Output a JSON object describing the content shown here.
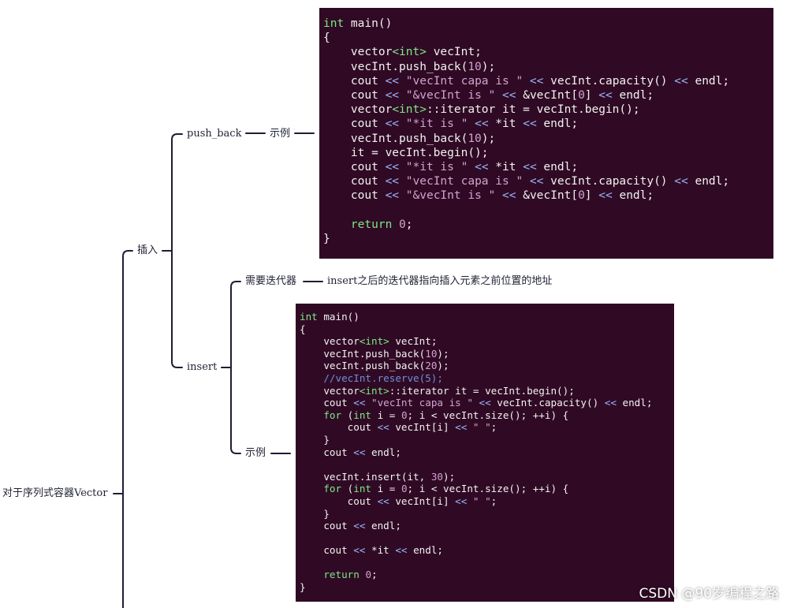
{
  "root": {
    "label": "对于序列式容器Vector"
  },
  "insert_group": {
    "label": "插入"
  },
  "push_back": {
    "label": "push_back",
    "example_label": "示例"
  },
  "insert_node": {
    "label": "insert",
    "need_iter_label": "需要迭代器",
    "need_iter_note": "insert之后的迭代器指向插入元素之前位置的地址",
    "example_label": "示例"
  },
  "code_push_back": [
    [
      [
        "kw",
        "int"
      ],
      [
        "plain",
        " main()"
      ]
    ],
    [
      [
        "plain",
        "{"
      ]
    ],
    [
      [
        "plain",
        "    vector"
      ],
      [
        "kw",
        "<int>"
      ],
      [
        "plain",
        " vecInt;"
      ]
    ],
    [
      [
        "plain",
        "    vecInt.push_back("
      ],
      [
        "num",
        "10"
      ],
      [
        "plain",
        ");"
      ]
    ],
    [
      [
        "plain",
        "    cout "
      ],
      [
        "op",
        "<<"
      ],
      [
        "plain",
        " "
      ],
      [
        "str",
        "\"vecInt capa is \""
      ],
      [
        "plain",
        " "
      ],
      [
        "op",
        "<<"
      ],
      [
        "plain",
        " vecInt.capacity() "
      ],
      [
        "op",
        "<<"
      ],
      [
        "plain",
        " endl;"
      ]
    ],
    [
      [
        "plain",
        "    cout "
      ],
      [
        "op",
        "<<"
      ],
      [
        "plain",
        " "
      ],
      [
        "str",
        "\"&vecInt is \""
      ],
      [
        "plain",
        " "
      ],
      [
        "op",
        "<<"
      ],
      [
        "plain",
        " &vecInt["
      ],
      [
        "num",
        "0"
      ],
      [
        "plain",
        "] "
      ],
      [
        "op",
        "<<"
      ],
      [
        "plain",
        " endl;"
      ]
    ],
    [
      [
        "plain",
        "    vector"
      ],
      [
        "kw",
        "<int>"
      ],
      [
        "plain",
        "::iterator it = vecInt.begin();"
      ]
    ],
    [
      [
        "plain",
        "    cout "
      ],
      [
        "op",
        "<<"
      ],
      [
        "plain",
        " "
      ],
      [
        "str",
        "\"*it is \""
      ],
      [
        "plain",
        " "
      ],
      [
        "op",
        "<<"
      ],
      [
        "plain",
        " *it "
      ],
      [
        "op",
        "<<"
      ],
      [
        "plain",
        " endl;"
      ]
    ],
    [
      [
        "plain",
        "    vecInt.push_back("
      ],
      [
        "num",
        "10"
      ],
      [
        "plain",
        ");"
      ]
    ],
    [
      [
        "plain",
        "    it = vecInt.begin();"
      ]
    ],
    [
      [
        "plain",
        "    cout "
      ],
      [
        "op",
        "<<"
      ],
      [
        "plain",
        " "
      ],
      [
        "str",
        "\"*it is \""
      ],
      [
        "plain",
        " "
      ],
      [
        "op",
        "<<"
      ],
      [
        "plain",
        " *it "
      ],
      [
        "op",
        "<<"
      ],
      [
        "plain",
        " endl;"
      ]
    ],
    [
      [
        "plain",
        "    cout "
      ],
      [
        "op",
        "<<"
      ],
      [
        "plain",
        " "
      ],
      [
        "str",
        "\"vecInt capa is \""
      ],
      [
        "plain",
        " "
      ],
      [
        "op",
        "<<"
      ],
      [
        "plain",
        " vecInt.capacity() "
      ],
      [
        "op",
        "<<"
      ],
      [
        "plain",
        " endl;"
      ]
    ],
    [
      [
        "plain",
        "    cout "
      ],
      [
        "op",
        "<<"
      ],
      [
        "plain",
        " "
      ],
      [
        "str",
        "\"&vecInt is \""
      ],
      [
        "plain",
        " "
      ],
      [
        "op",
        "<<"
      ],
      [
        "plain",
        " &vecInt["
      ],
      [
        "num",
        "0"
      ],
      [
        "plain",
        "] "
      ],
      [
        "op",
        "<<"
      ],
      [
        "plain",
        " endl;"
      ]
    ],
    [
      [
        "plain",
        " "
      ]
    ],
    [
      [
        "plain",
        "    "
      ],
      [
        "kw",
        "return"
      ],
      [
        "plain",
        " "
      ],
      [
        "num",
        "0"
      ],
      [
        "plain",
        ";"
      ]
    ],
    [
      [
        "plain",
        "}"
      ]
    ]
  ],
  "code_insert": [
    [
      [
        "kw",
        "int"
      ],
      [
        "plain",
        " main()"
      ]
    ],
    [
      [
        "plain",
        "{"
      ]
    ],
    [
      [
        "plain",
        "    vector"
      ],
      [
        "kw",
        "<int>"
      ],
      [
        "plain",
        " vecInt;"
      ]
    ],
    [
      [
        "plain",
        "    vecInt.push_back("
      ],
      [
        "num",
        "10"
      ],
      [
        "plain",
        ");"
      ]
    ],
    [
      [
        "plain",
        "    vecInt.push_back("
      ],
      [
        "num",
        "20"
      ],
      [
        "plain",
        ");"
      ]
    ],
    [
      [
        "com",
        "    //vecInt.reserve(5);"
      ]
    ],
    [
      [
        "plain",
        "    vector"
      ],
      [
        "kw",
        "<int>"
      ],
      [
        "plain",
        "::iterator it = vecInt.begin();"
      ]
    ],
    [
      [
        "plain",
        "    cout "
      ],
      [
        "op",
        "<<"
      ],
      [
        "plain",
        " "
      ],
      [
        "str",
        "\"vecInt capa is \""
      ],
      [
        "plain",
        " "
      ],
      [
        "op",
        "<<"
      ],
      [
        "plain",
        " vecInt.capacity() "
      ],
      [
        "op",
        "<<"
      ],
      [
        "plain",
        " endl;"
      ]
    ],
    [
      [
        "plain",
        "    "
      ],
      [
        "kw",
        "for"
      ],
      [
        "plain",
        " ("
      ],
      [
        "kw",
        "int"
      ],
      [
        "plain",
        " i = "
      ],
      [
        "num",
        "0"
      ],
      [
        "plain",
        "; i < vecInt.size(); ++i) {"
      ]
    ],
    [
      [
        "plain",
        "        cout "
      ],
      [
        "op",
        "<<"
      ],
      [
        "plain",
        " vecInt[i] "
      ],
      [
        "op",
        "<<"
      ],
      [
        "plain",
        " "
      ],
      [
        "str",
        "\" \""
      ],
      [
        "plain",
        ";"
      ]
    ],
    [
      [
        "plain",
        "    }"
      ]
    ],
    [
      [
        "plain",
        "    cout "
      ],
      [
        "op",
        "<<"
      ],
      [
        "plain",
        " endl;"
      ]
    ],
    [
      [
        "plain",
        " "
      ]
    ],
    [
      [
        "plain",
        "    vecInt.insert(it, "
      ],
      [
        "num",
        "30"
      ],
      [
        "plain",
        ");"
      ]
    ],
    [
      [
        "plain",
        "    "
      ],
      [
        "kw",
        "for"
      ],
      [
        "plain",
        " ("
      ],
      [
        "kw",
        "int"
      ],
      [
        "plain",
        " i = "
      ],
      [
        "num",
        "0"
      ],
      [
        "plain",
        "; i < vecInt.size(); ++i) {"
      ]
    ],
    [
      [
        "plain",
        "        cout "
      ],
      [
        "op",
        "<<"
      ],
      [
        "plain",
        " vecInt[i] "
      ],
      [
        "op",
        "<<"
      ],
      [
        "plain",
        " "
      ],
      [
        "str",
        "\" \""
      ],
      [
        "plain",
        ";"
      ]
    ],
    [
      [
        "plain",
        "    }"
      ]
    ],
    [
      [
        "plain",
        "    cout "
      ],
      [
        "op",
        "<<"
      ],
      [
        "plain",
        " endl;"
      ]
    ],
    [
      [
        "plain",
        " "
      ]
    ],
    [
      [
        "plain",
        "    cout "
      ],
      [
        "op",
        "<<"
      ],
      [
        "plain",
        " *it "
      ],
      [
        "op",
        "<<"
      ],
      [
        "plain",
        " endl;"
      ]
    ],
    [
      [
        "plain",
        " "
      ]
    ],
    [
      [
        "plain",
        "    "
      ],
      [
        "kw",
        "return"
      ],
      [
        "plain",
        " "
      ],
      [
        "num",
        "0"
      ],
      [
        "plain",
        ";"
      ]
    ],
    [
      [
        "plain",
        "}"
      ]
    ]
  ],
  "watermark": "CSDN @90岁编程之路"
}
